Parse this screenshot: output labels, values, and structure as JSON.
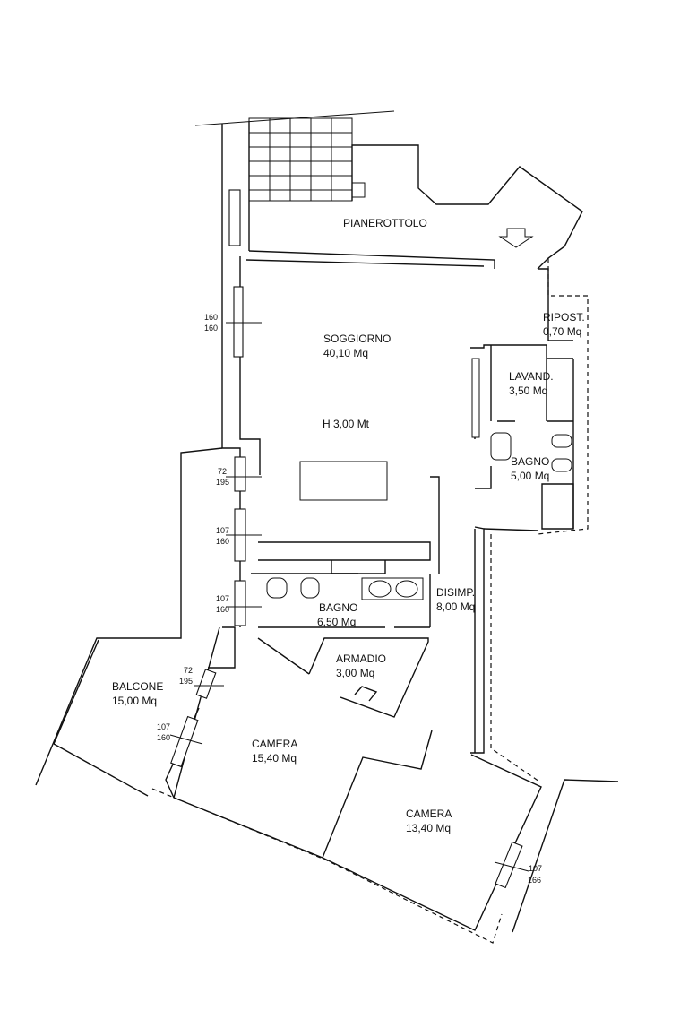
{
  "rooms": {
    "pianerottolo": {
      "name": "PIANEROTTOLO"
    },
    "soggiorno": {
      "name": "SOGGIORNO",
      "area": "40,10 Mq",
      "height": "H 3,00 Mt"
    },
    "ripostiglio": {
      "name": "RIPOST.",
      "area": "0,70 Mq"
    },
    "lavanderia": {
      "name": "LAVAND.",
      "area": "3,50 Mq"
    },
    "bagno_small": {
      "name": "BAGNO",
      "area": "5,00 Mq"
    },
    "disimpegno": {
      "name": "DISIMP.",
      "area": "8,00 Mq"
    },
    "bagno_main": {
      "name": "BAGNO",
      "area": "6,50 Mq"
    },
    "armadio": {
      "name": "ARMADIO",
      "area": "3,00 Mq"
    },
    "balcone": {
      "name": "BALCONE",
      "area": "15,00 Mq"
    },
    "camera_1": {
      "name": "CAMERA",
      "area": "15,40 Mq"
    },
    "camera_2": {
      "name": "CAMERA",
      "area": "13,40 Mq"
    }
  },
  "openings": {
    "w1": {
      "width": "160",
      "height": "160"
    },
    "w2": {
      "width": "72",
      "height": "195"
    },
    "w3": {
      "width": "107",
      "height": "160"
    },
    "w4": {
      "width": "107",
      "height": "160"
    },
    "w5": {
      "width": "72",
      "height": "195"
    },
    "w6": {
      "width": "107",
      "height": "160"
    },
    "w7": {
      "width": "107",
      "height": "166"
    }
  }
}
